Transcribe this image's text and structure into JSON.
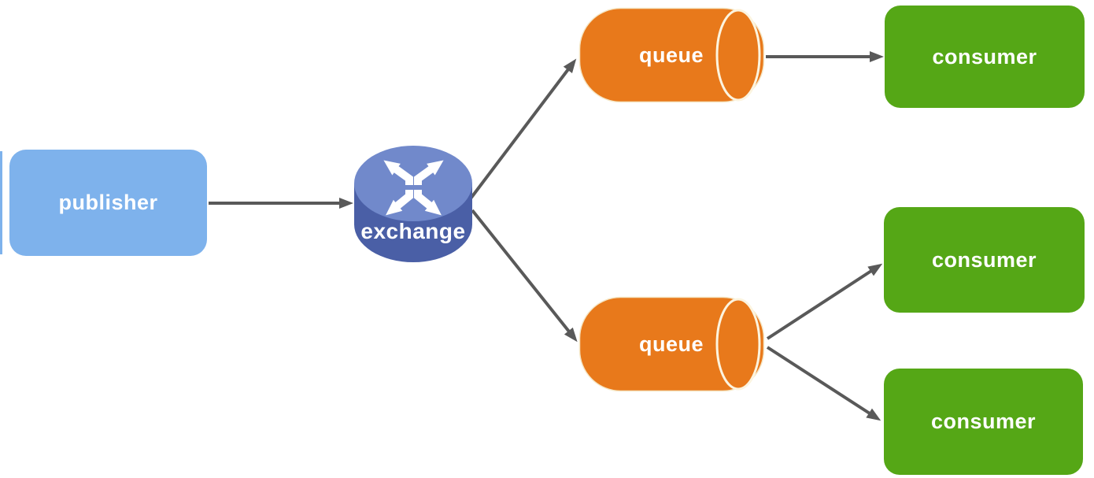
{
  "diagram": {
    "type": "message-flow",
    "nodes": {
      "publisher": {
        "label": "publisher",
        "shape": "rounded-rect",
        "color": "#7EB2EC"
      },
      "exchange": {
        "label": "exchange",
        "shape": "router-cylinder",
        "top_color": "#7189CB",
        "side_color": "#4A5FA6",
        "icon": "crossed-arrows-icon"
      },
      "queue_top": {
        "label": "queue",
        "shape": "cylinder",
        "color": "#E8791B",
        "rim_color": "#FCF4DF"
      },
      "queue_bottom": {
        "label": "queue",
        "shape": "cylinder",
        "color": "#E8791B",
        "rim_color": "#FCF4DF"
      },
      "consumer_top": {
        "label": "consumer",
        "shape": "rounded-rect",
        "color": "#55A716"
      },
      "consumer_middle": {
        "label": "consumer",
        "shape": "rounded-rect",
        "color": "#55A716"
      },
      "consumer_bottom": {
        "label": "consumer",
        "shape": "rounded-rect",
        "color": "#55A716"
      }
    },
    "edges": [
      {
        "from": "publisher",
        "to": "exchange"
      },
      {
        "from": "exchange",
        "to": "queue_top"
      },
      {
        "from": "exchange",
        "to": "queue_bottom"
      },
      {
        "from": "queue_top",
        "to": "consumer_top"
      },
      {
        "from": "queue_bottom",
        "to": "consumer_middle"
      },
      {
        "from": "queue_bottom",
        "to": "consumer_bottom"
      }
    ],
    "connector_color": "#595959",
    "label_color": "#FFFFFF"
  }
}
